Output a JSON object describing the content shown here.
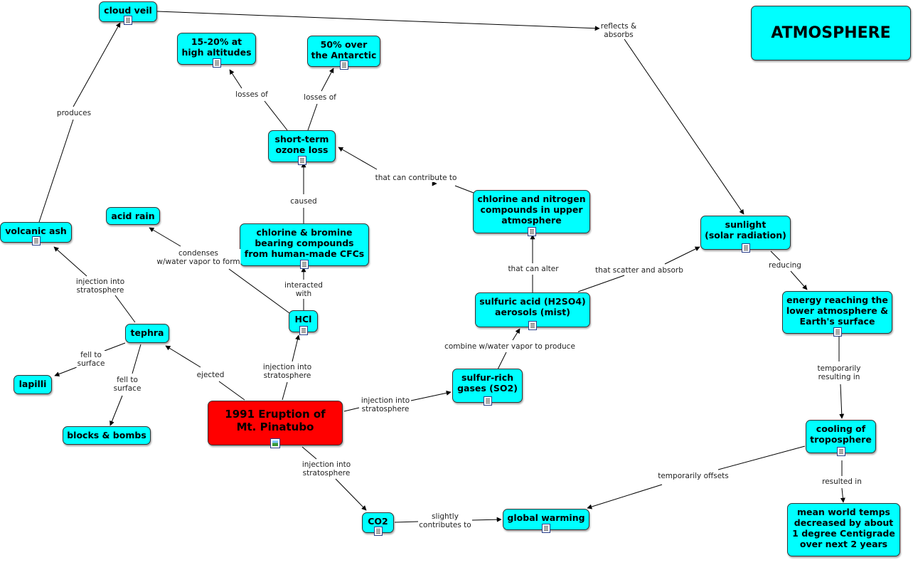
{
  "colors": {
    "node_fill": "#00ffff",
    "focus_fill": "#ff0000",
    "edge": "#000000",
    "label_text": "#222222"
  },
  "nodes": {
    "title": {
      "text": "ATMOSPHERE",
      "icon": ""
    },
    "cloud_veil": {
      "text": "cloud veil",
      "icon": "document-icon"
    },
    "altitudes": {
      "text": "15-20% at\nhigh altitudes",
      "icon": "document-icon"
    },
    "antarctic": {
      "text": "50% over\nthe Antarctic",
      "icon": "document-icon"
    },
    "ozone_loss": {
      "text": "short-term\nozone loss",
      "icon": "document-icon"
    },
    "acid_rain": {
      "text": "acid rain",
      "icon": ""
    },
    "volcanic_ash": {
      "text": "volcanic ash",
      "icon": "document-icon"
    },
    "cfc": {
      "text": "chlorine & bromine\nbearing compounds\nfrom human-made CFCs",
      "icon": "document-icon"
    },
    "chlorine_nitrogen": {
      "text": "chlorine and nitrogen\ncompounds in upper\natmosphere",
      "icon": "document-icon"
    },
    "sunlight": {
      "text": "sunlight\n(solar radiation)",
      "icon": "document-icon"
    },
    "hcl": {
      "text": "HCl",
      "icon": "document-icon"
    },
    "sulfuric_acid": {
      "text": "sulfuric acid (H2SO4)\naerosols (mist)",
      "icon": "document-icon"
    },
    "energy": {
      "text": "energy reaching the\nlower atmosphere &\nEarth's surface",
      "icon": "document-icon"
    },
    "tephra": {
      "text": "tephra",
      "icon": ""
    },
    "lapilli": {
      "text": "lapilli",
      "icon": ""
    },
    "blocks": {
      "text": "blocks & bombs",
      "icon": ""
    },
    "eruption": {
      "text": "1991 Eruption of\nMt. Pinatubo",
      "icon": "image-icon"
    },
    "sulfur_gases": {
      "text": "sulfur-rich\ngases (SO2)",
      "icon": "document-icon"
    },
    "cooling": {
      "text": "cooling of\ntroposphere",
      "icon": "document-icon"
    },
    "co2": {
      "text": "CO2",
      "icon": "document-icon"
    },
    "global_warming": {
      "text": "global warming",
      "icon": "document-icon"
    },
    "mean_temps": {
      "text": "mean world temps\ndecreased by about\n1 degree Centigrade\nover next 2 years",
      "icon": ""
    }
  },
  "links": {
    "reflects": "reflects &\nabsorbs",
    "produces": "produces",
    "losses_of_1": "losses of",
    "losses_of_2": "losses of",
    "contribute_to": "that can contribute to",
    "caused": "caused",
    "condenses": "condenses\nw/water vapor to form",
    "interacted": "interacted\nwith",
    "can_alter": "that can alter",
    "scatter_absorb": "that scatter and absorb",
    "reducing": "reducing",
    "injection_ash": "injection into\nstratosphere",
    "combine": "combine w/water vapor to produce",
    "fell_lapilli": "fell to\nsurface",
    "fell_blocks": "fell to\nsurface",
    "ejected": "ejected",
    "injection_hcl": "injection into\nstratosphere",
    "injection_so2": "injection into\nstratosphere",
    "temporarily_resulting": "temporarily\nresulting in",
    "injection_co2": "injection into\nstratosphere",
    "temporarily_offsets": "temporarily offsets",
    "resulted_in": "resulted in",
    "slightly_contributes": "slightly\ncontributes to"
  }
}
